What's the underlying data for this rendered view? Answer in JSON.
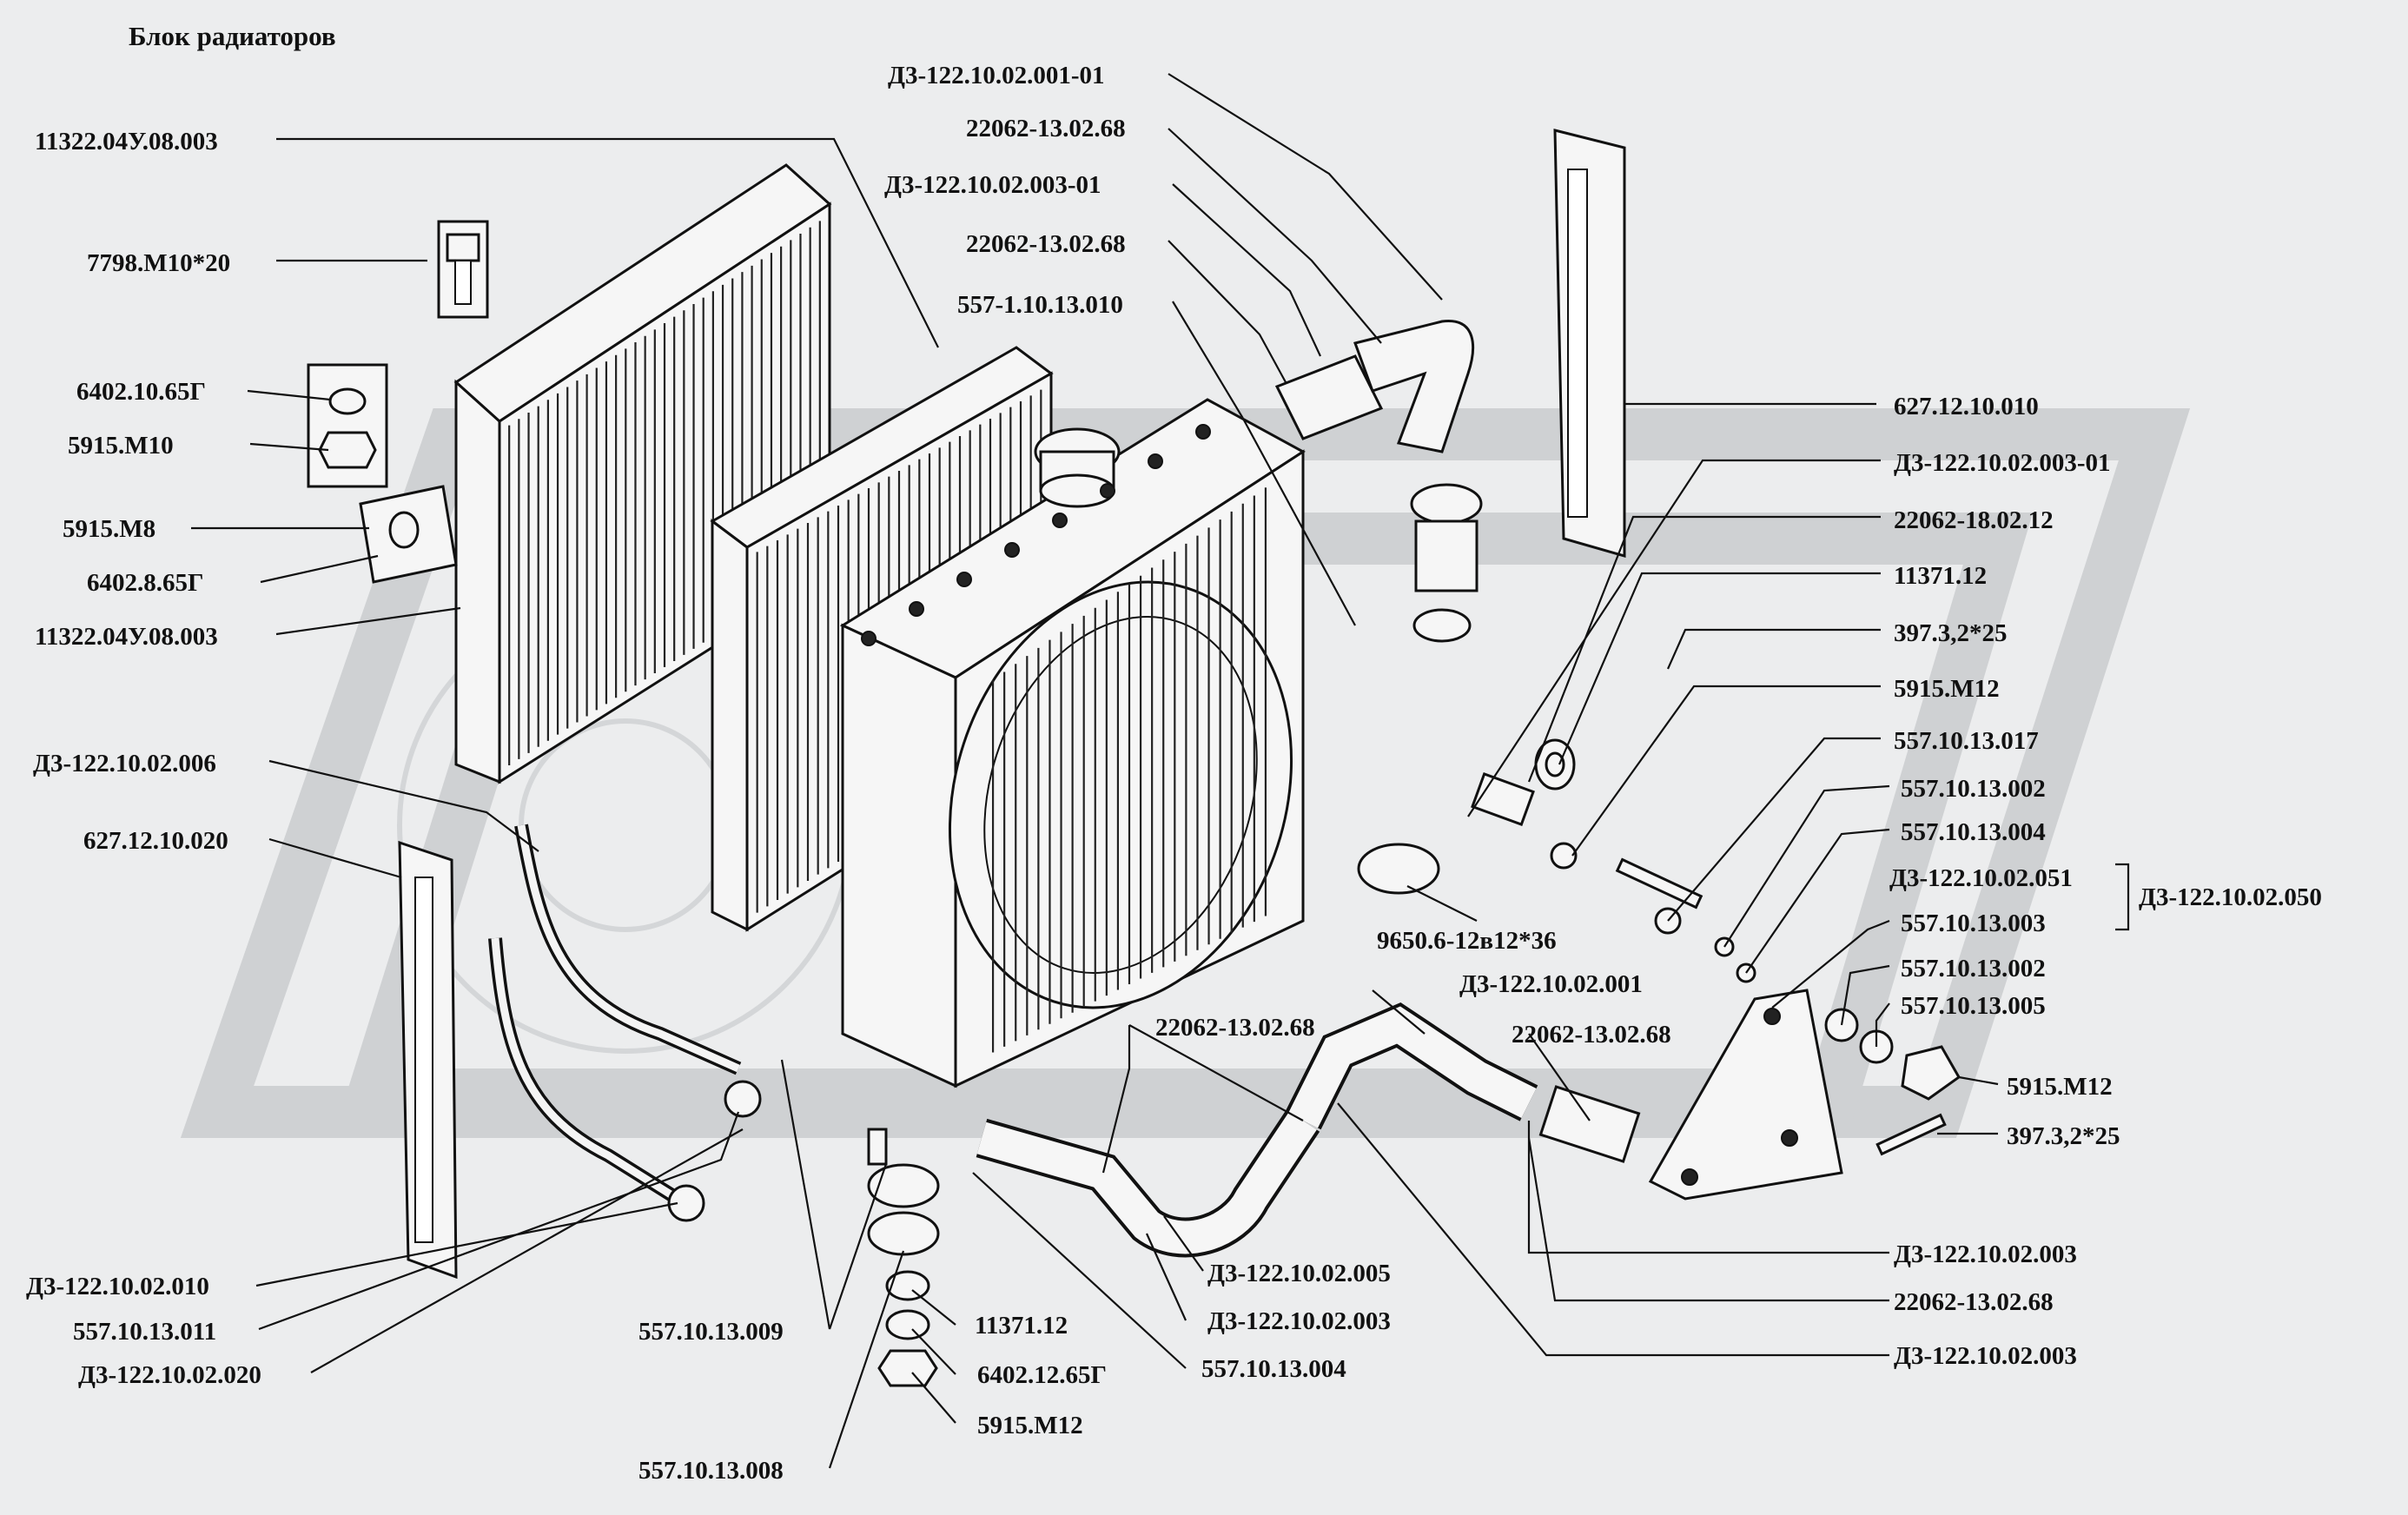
{
  "title": "Блок радиаторов",
  "labels": [
    "Д3-122.10.02.001-01",
    "22062-13.02.68",
    "Д3-122.10.02.003-01",
    "22062-13.02.68",
    "557-1.10.13.010",
    "11322.04У.08.003",
    "7798.М10*20",
    "6402.10.65Г",
    "5915.М10",
    "5915.М8",
    "6402.8.65Г",
    "11322.04У.08.003",
    "Д3-122.10.02.006",
    "627.12.10.020",
    "Д3-122.10.02.010",
    "557.10.13.011",
    "Д3-122.10.02.020",
    "557.10.13.009",
    "557.10.13.008",
    "11371.12",
    "6402.12.65Г",
    "5915.М12",
    "557.10.13.004",
    "Д3-122.10.02.003",
    "Д3-122.10.02.005",
    "22062-13.02.68",
    "Д3-122.10.02.001",
    "22062-13.02.68",
    "9650.6-12в12*36",
    "627.12.10.010",
    "Д3-122.10.02.003-01",
    "22062-18.02.12",
    "11371.12",
    "397.3,2*25",
    "5915.М12",
    "557.10.13.017",
    "557.10.13.002",
    "557.10.13.004",
    "Д3-122.10.02.051",
    "Д3-122.10.02.050",
    "557.10.13.003",
    "557.10.13.002",
    "557.10.13.005",
    "5915.М12",
    "397.3,2*25",
    "Д3-122.10.02.003",
    "22062-13.02.68",
    "Д3-122.10.02.003"
  ]
}
